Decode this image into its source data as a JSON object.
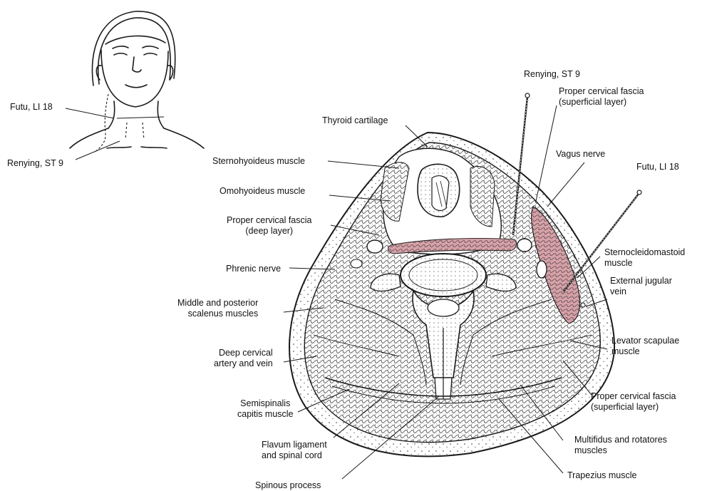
{
  "labels": {
    "futu_inset": "Futu, LI 18",
    "renying_inset": "Renying, ST 9",
    "renying_top": "Renying, ST 9",
    "proper_superficial_top": [
      "Proper cervical fascia",
      "(superficial layer)"
    ],
    "thyroid": "Thyroid cartilage",
    "vagus": "Vagus nerve",
    "futu_right": "Futu, LI 18",
    "sternohyoideus": "Sternohyoideus muscle",
    "omohyoideus": "Omohyoideus muscle",
    "proper_deep": [
      "Proper cervical fascia",
      "(deep layer)"
    ],
    "scm": [
      "Sternocleidomastoid",
      "muscle"
    ],
    "phrenic": "Phrenic nerve",
    "ext_jugular": [
      "External jugular",
      "vein"
    ],
    "scalenus": [
      "Middle and posterior",
      "scalenus muscles"
    ],
    "levator": [
      "Levator scapulae",
      "muscle"
    ],
    "deep_cervical": [
      "Deep cervical",
      "artery and vein"
    ],
    "semispinalis": [
      "Semispinalis",
      "capitis muscle"
    ],
    "proper_superficial_bottom": [
      "Proper cervical fascia",
      "(superficial layer)"
    ],
    "flavum": [
      "Flavum ligament",
      "and spinal cord"
    ],
    "multifidus": [
      "Multifidus and rotatores",
      "muscles"
    ],
    "spinous": "Spinous process",
    "trapezius": "Trapezius muscle"
  },
  "colors": {
    "line": "#1a1a1a",
    "muscle_tint": "#c98a93"
  }
}
